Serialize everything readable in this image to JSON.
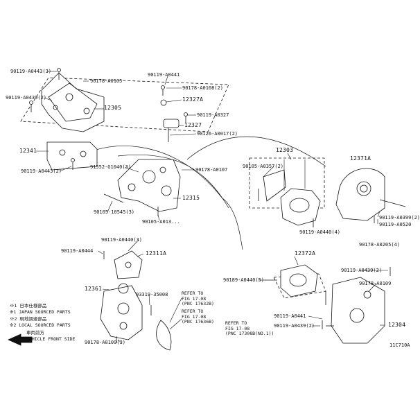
{
  "labels": {
    "l1": "90119-A0443(3)",
    "l2": "90178-A0105",
    "l3": "90119-A0439(2)",
    "l4": "12305",
    "l5": "90119-A0441",
    "l6": "90178-A0108(2)",
    "l7": "12327A",
    "l8": "90119-A0327",
    "l9": "12327",
    "l10": "90126-A0017(2)",
    "l11": "12303",
    "l12": "12371A",
    "l13": "12341",
    "l14": "90105-A0357(2)",
    "l15": "91552-G1040(3)",
    "l16": "90119-A0443(2)",
    "l17": "90178-A0107",
    "l18": "12315",
    "l19": "90105-10545(3)",
    "l20": "90105-A013...",
    "l21": "90119-A0399(2)",
    "l22": "90119-A0520",
    "l23": "90119-A0440(4)",
    "l24": "90178-A0205(4)",
    "l25": "90119-A0440(3)",
    "l26": "90119-A0444",
    "l27": "12311A",
    "l28": "12372A",
    "l29": "90119-A0439(2)",
    "l30": "90189-A0440(5)",
    "l31": "90178-A0109",
    "l32": "12361",
    "l33": "93319-35008",
    "l34": "90119-A0441",
    "l35": "12304",
    "l36": "90119-A0439(2)",
    "l37": "90178-A0109(3)"
  },
  "refs": {
    "r1": "REFER TO\nFIG 17-08\n(PNC 17632B)",
    "r2": "REFER TO\nFIG 17-08\n(PNC 17636B)",
    "r3": "REFER TO\nFIG 17-08\n(PNC 17308B(NO.1))"
  },
  "legend": {
    "line1": "※1 日本仕様部品",
    "line2": "※1 JAPAN SOURCED PARTS",
    "line3": "※2 現地調達部品",
    "line4": "※2 LOCAL SOURCED PARTS",
    "line5": "車両前方",
    "line6": "VEHICLE FRONT SIDE"
  },
  "diagram_code": "11C710A"
}
